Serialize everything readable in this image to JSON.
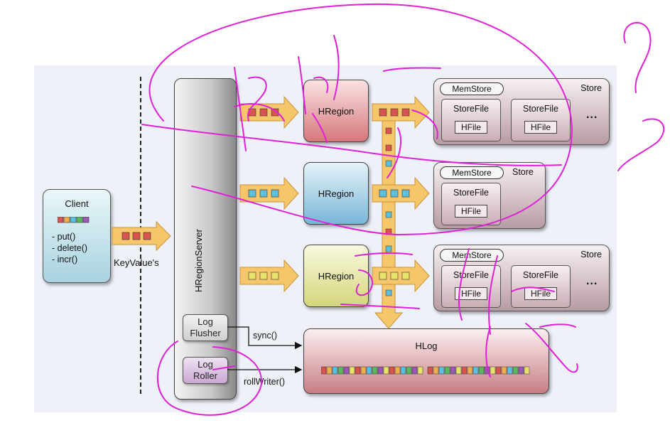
{
  "client": {
    "title": "Client",
    "ops": [
      "- put()",
      "- delete()",
      "- incr()"
    ]
  },
  "flow": {
    "keyvalues_label": "KeyValue's"
  },
  "region_server": {
    "label": "HRegionServer",
    "log_flusher": [
      "Log",
      "Flusher"
    ],
    "log_roller": [
      "Log",
      "Roller"
    ]
  },
  "regions": [
    {
      "label": "HRegion",
      "color": "#d5777b"
    },
    {
      "label": "HRegion",
      "color": "#78b7d8"
    },
    {
      "label": "HRegion",
      "color": "#d4d67a"
    }
  ],
  "stores": [
    {
      "label": "Store",
      "memstore": "MemStore",
      "storefiles": [
        {
          "label": "StoreFile",
          "hfile": "HFile"
        },
        {
          "label": "StoreFile",
          "hfile": "HFile"
        }
      ],
      "ellipsis": "..."
    },
    {
      "label": "Store",
      "memstore": "MemStore",
      "storefiles": [
        {
          "label": "StoreFile",
          "hfile": "HFile"
        }
      ]
    },
    {
      "label": "Store",
      "memstore": "MemStore",
      "storefiles": [
        {
          "label": "StoreFile",
          "hfile": "HFile"
        },
        {
          "label": "StoreFile",
          "hfile": "HFile"
        }
      ],
      "ellipsis": "..."
    }
  ],
  "hlog": {
    "label": "HLog",
    "sync_label": "sync()",
    "roll_label": "rollWriter()"
  },
  "colors": {
    "arrow_fill": "#f6c66a",
    "annotation_ink": "#e020d8",
    "panel_bg": "#eef1f8"
  }
}
